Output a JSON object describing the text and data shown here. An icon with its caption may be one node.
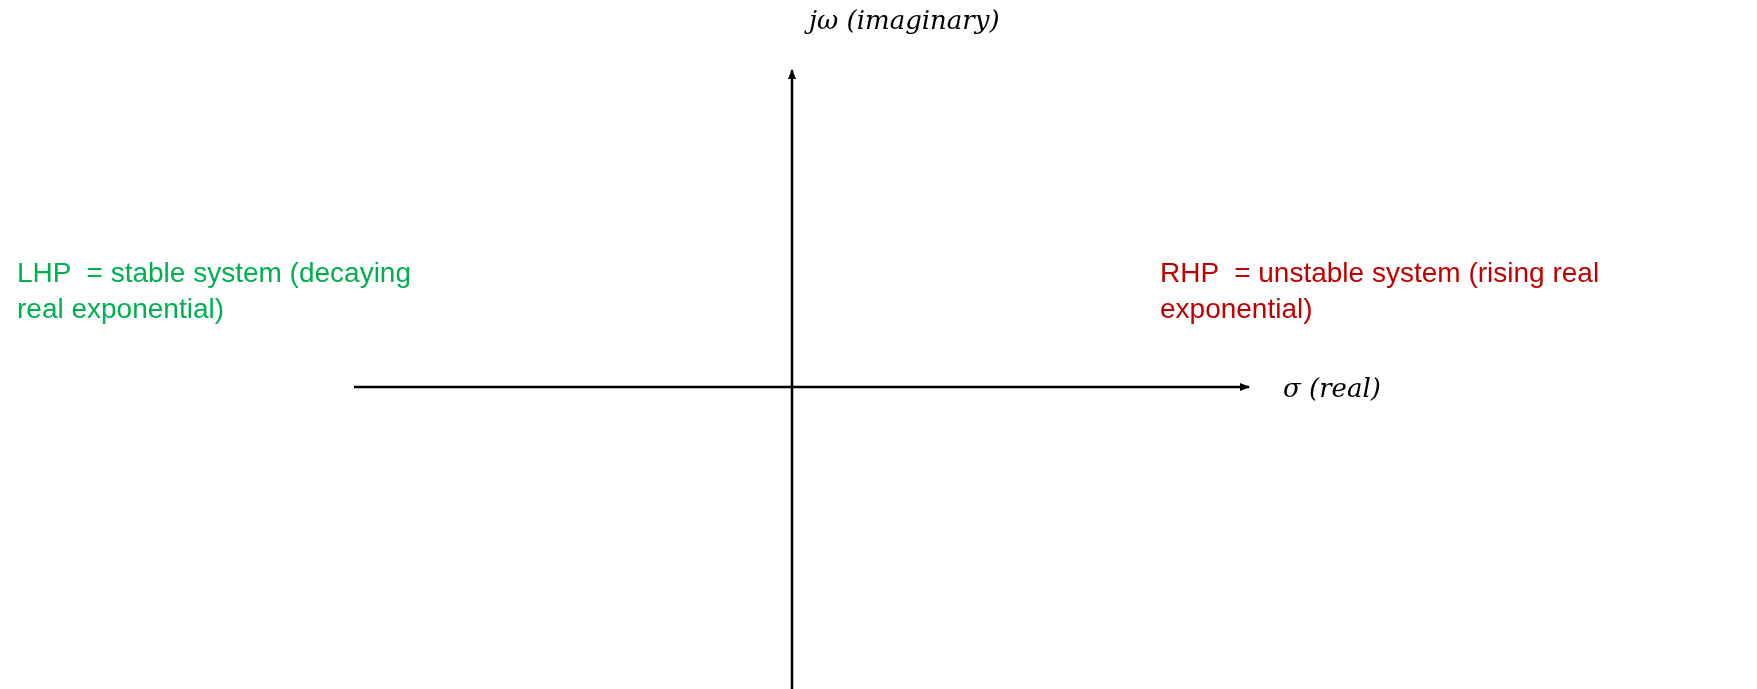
{
  "diagram": {
    "labels": [
      "jω (imaginary)",
      "σ (real)",
      "LHP  = stable system (decaying real exponential)",
      "RHP  = unstable system (rising real exponential)"
    ]
  }
}
